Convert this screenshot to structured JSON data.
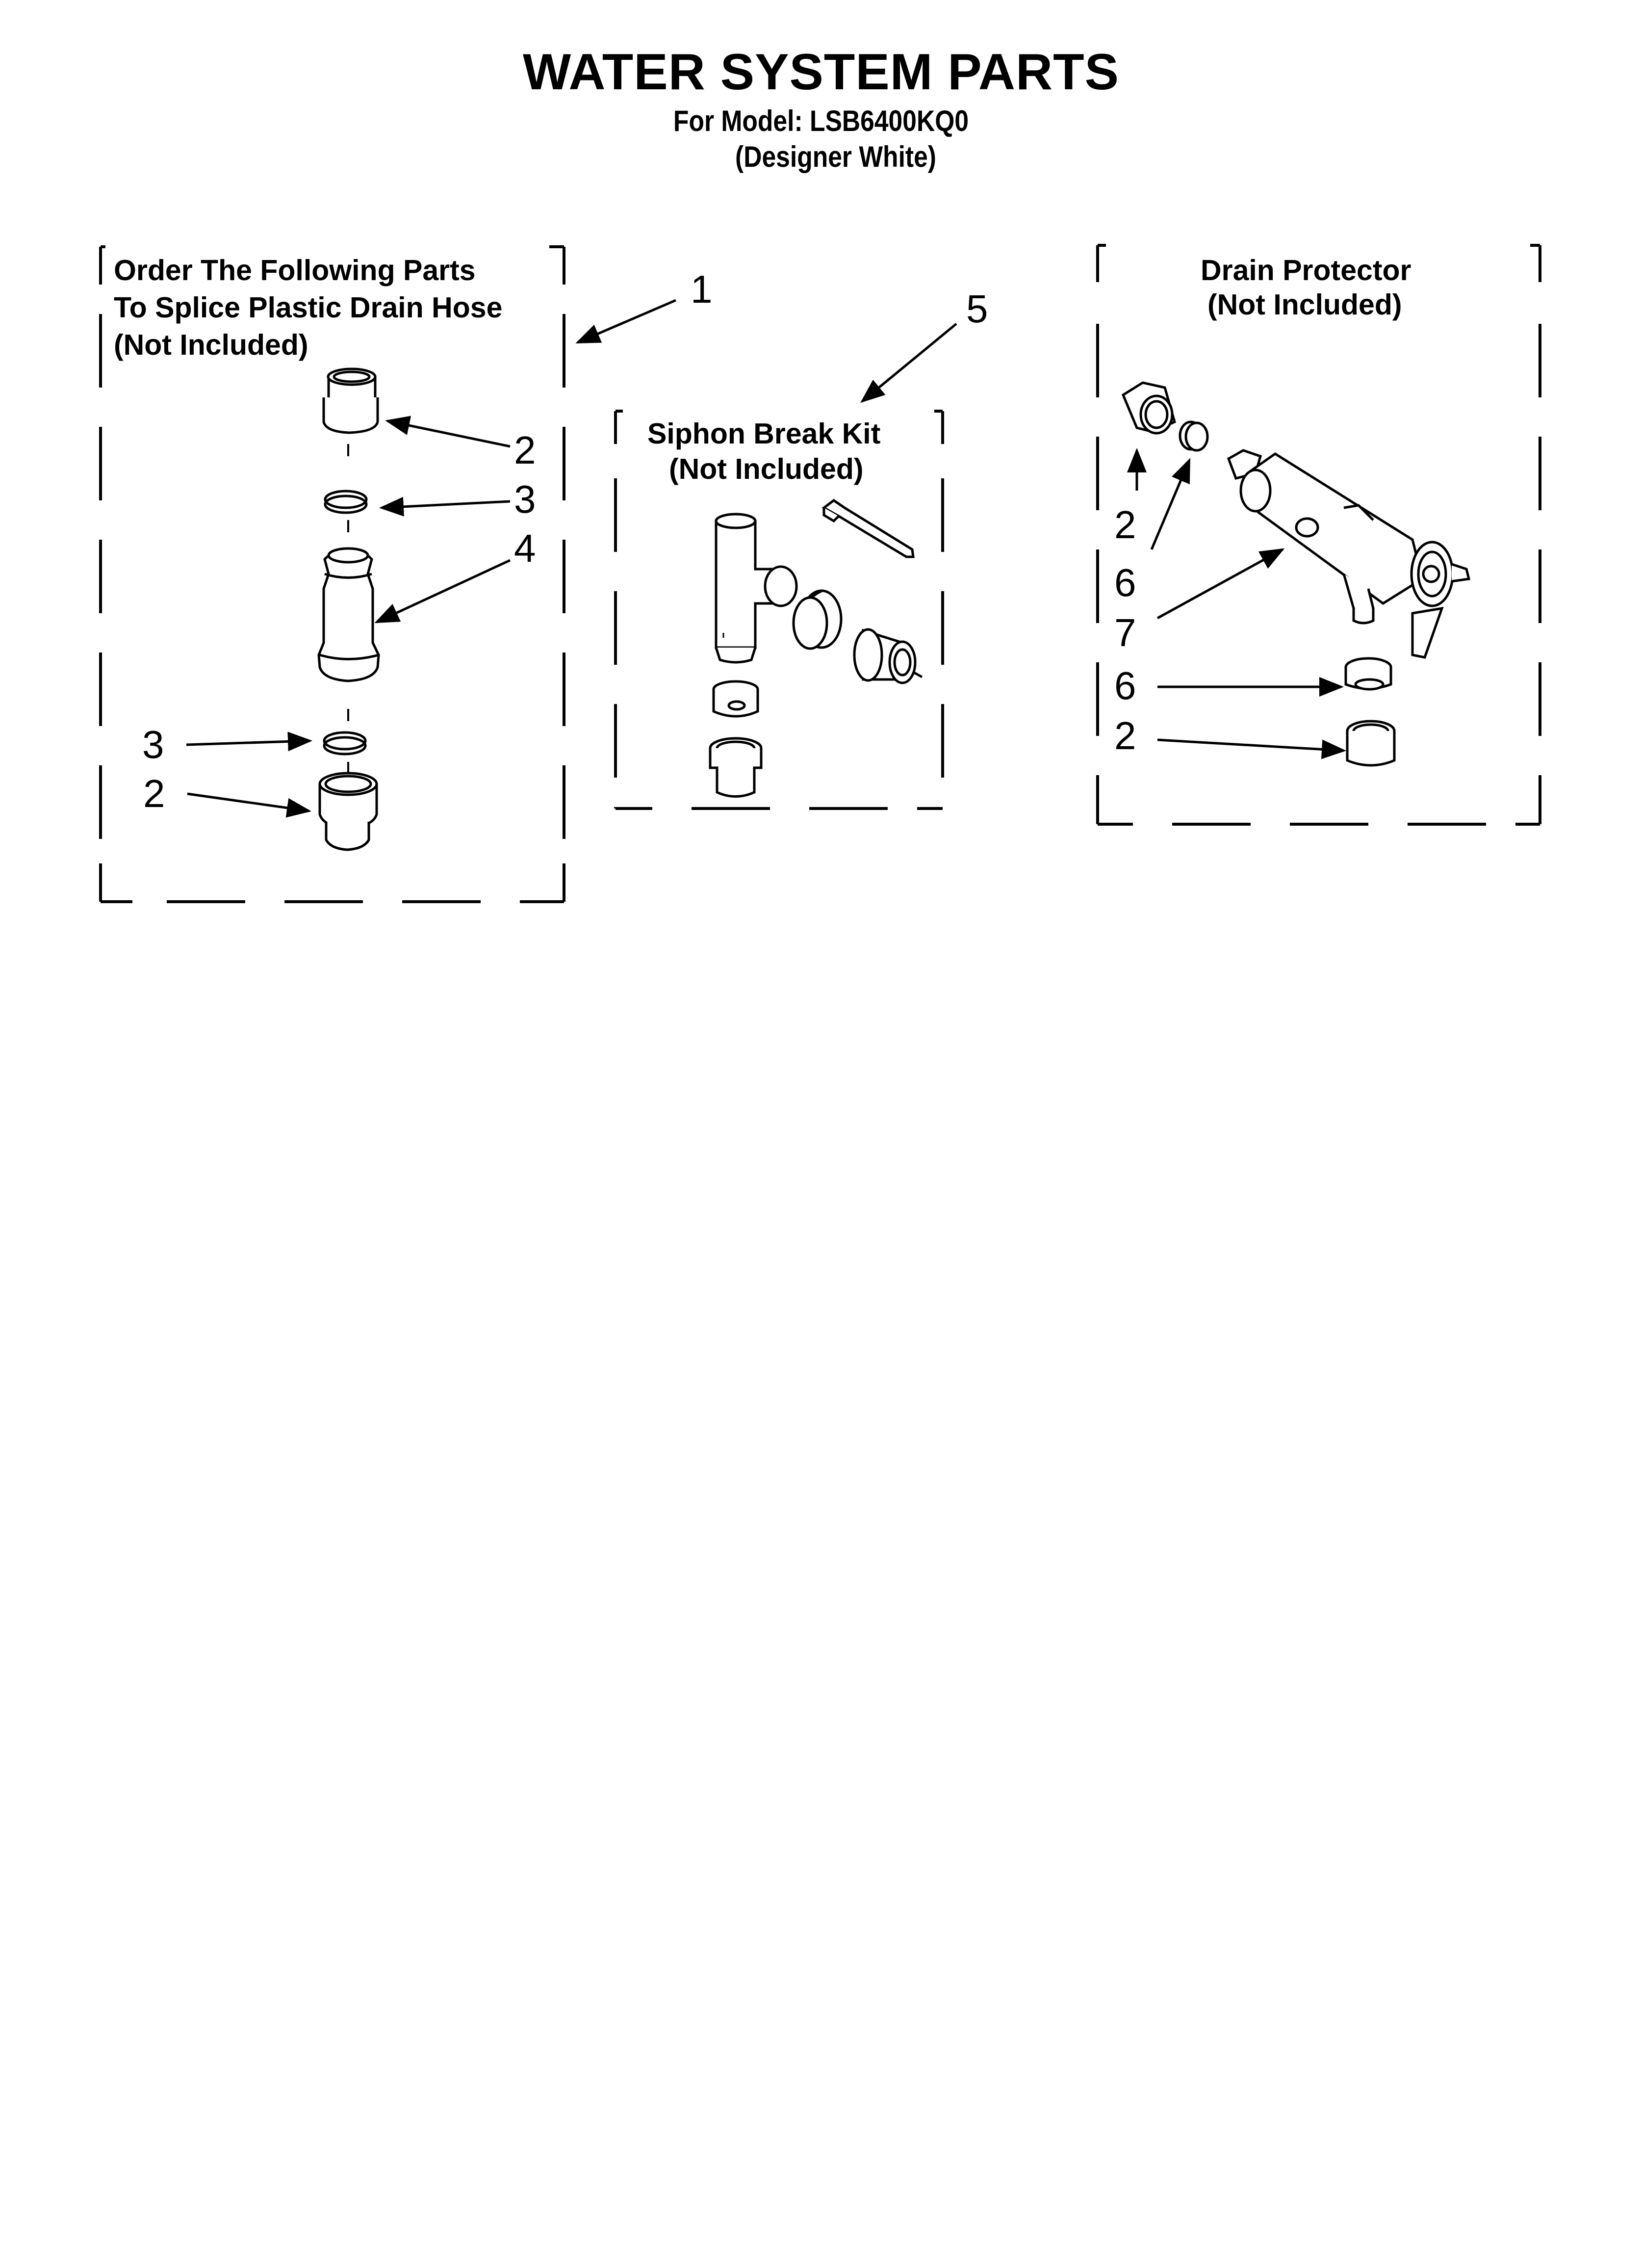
{
  "title": "WATER SYSTEM PARTS",
  "model_line": "For Model: LSB6400KQ0",
  "color_line": "(Designer White)",
  "panels": {
    "splice": {
      "line1": "Order The Following Parts",
      "line2": "To Splice Plastic Drain Hose",
      "line3": "(Not Included)",
      "ref": "1",
      "callouts": [
        "2",
        "3",
        "4",
        "3",
        "2"
      ]
    },
    "siphon": {
      "line1": "Siphon Break Kit",
      "line2": "(Not Included)",
      "ref": "5"
    },
    "drain": {
      "line1": "Drain Protector",
      "line2": "(Not Included)",
      "callouts": [
        "2",
        "6",
        "7",
        "6",
        "2"
      ]
    }
  }
}
